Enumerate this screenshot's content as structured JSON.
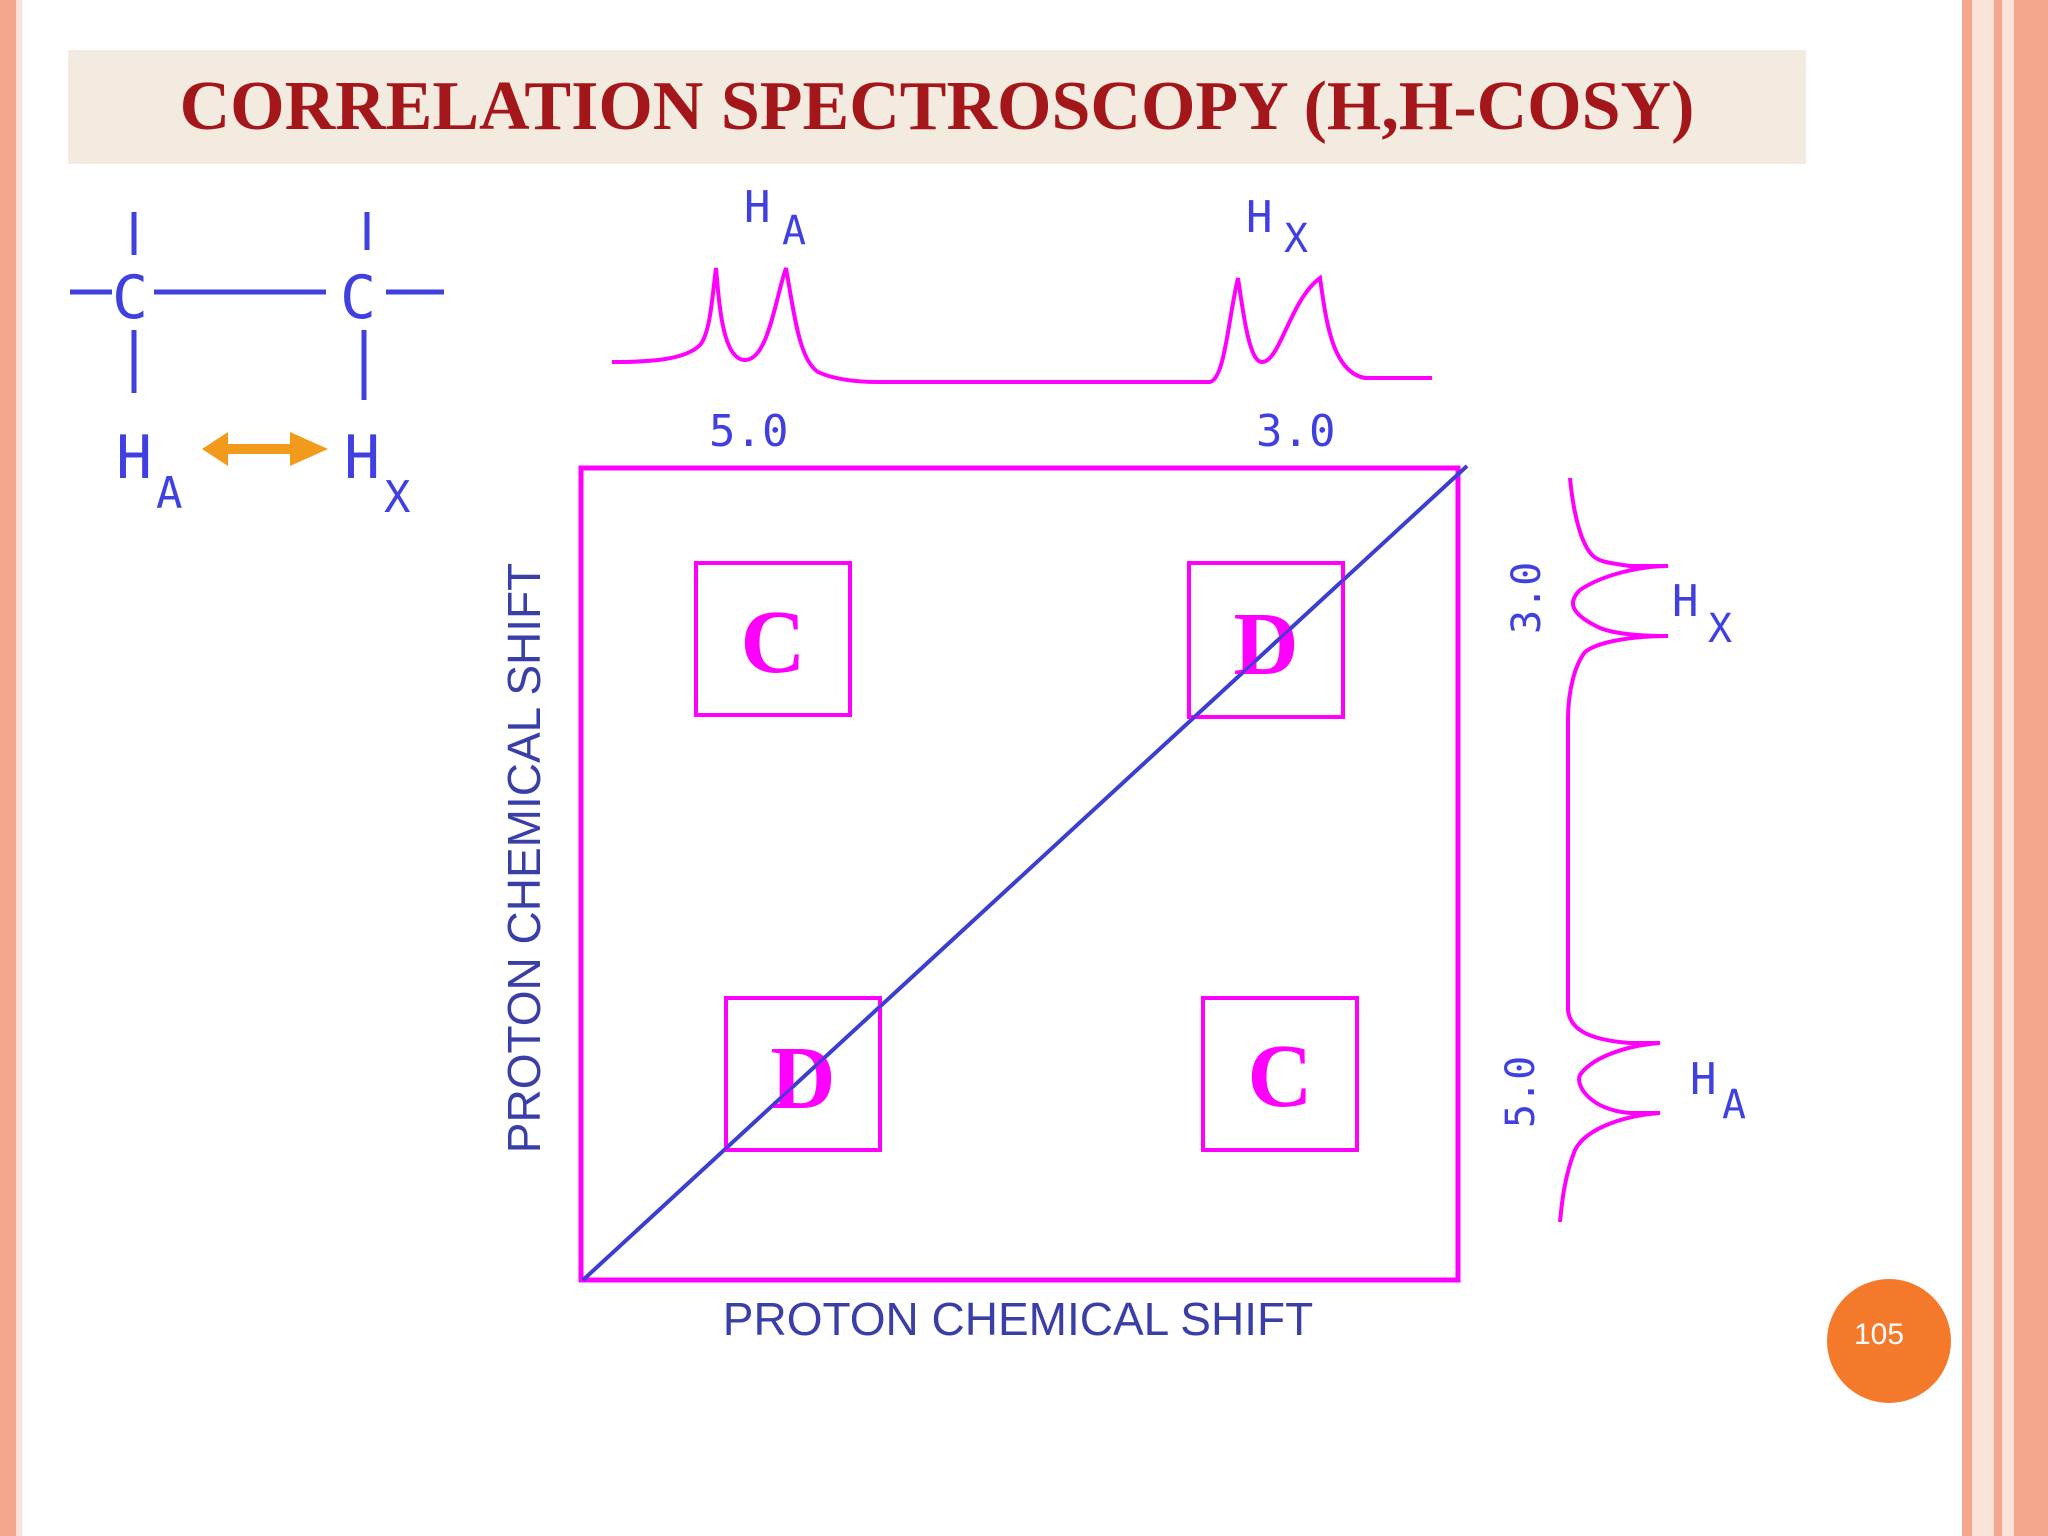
{
  "slide": {
    "title": "CORRELATION SPECTROSCOPY (H,H-COSY)",
    "page_number": "105"
  },
  "molecule": {
    "atom1": "C",
    "atom2": "C",
    "h1_letter": "H",
    "h1_sub": "A",
    "h2_letter": "H",
    "h2_sub": "X"
  },
  "top_spectrum": {
    "peak1_letter": "H",
    "peak1_sub": "A",
    "peak2_letter": "H",
    "peak2_sub": "X",
    "shift1": "5.0",
    "shift2": "3.0"
  },
  "right_spectrum": {
    "peak1_letter": "H",
    "peak1_sub": "X",
    "peak2_letter": "H",
    "peak2_sub": "A",
    "shift1": "3.0",
    "shift2": "5.0"
  },
  "plot": {
    "x_axis_title": "PROTON CHEMICAL SHIFT",
    "y_axis_title": "PROTON CHEMICAL SHIFT",
    "box_top_left": "C",
    "box_top_right": "D",
    "box_bottom_left": "D",
    "box_bottom_right": "C"
  },
  "colors": {
    "title": "#a3171b",
    "title_bar": "#f4ebe0",
    "spectrum": "#ff00ff",
    "molecule": "#4040e0",
    "arrow": "#f29a1c",
    "diagonal": "#3a3fd0",
    "axis_title": "#3a3fa8",
    "badge": "#f5792a",
    "frame": "#f4a78d"
  }
}
